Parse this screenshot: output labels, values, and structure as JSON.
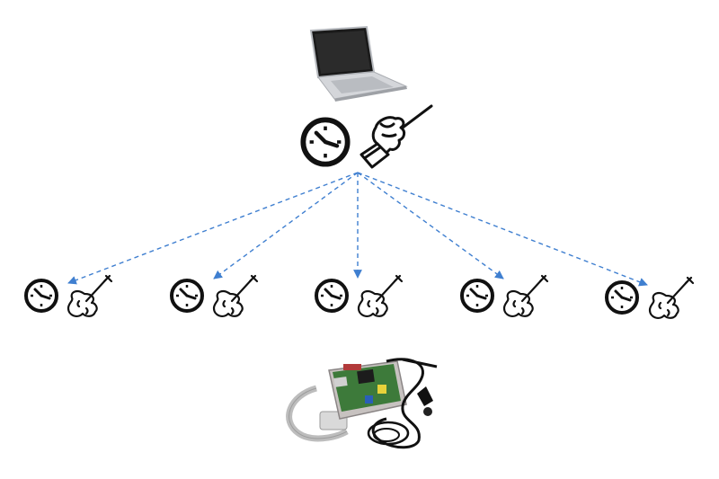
{
  "diagram": {
    "master": {
      "device": "laptop-icon",
      "clock_icon": "clock-icon",
      "role_icon": "conductor-hand-baton-icon"
    },
    "connection": {
      "style": "dashed-arrow",
      "color": "#3f7fd0",
      "count": 5
    },
    "nodes": [
      {
        "clock_icon": "clock-icon",
        "role_icon": "violin-icon"
      },
      {
        "clock_icon": "clock-icon",
        "role_icon": "violin-icon"
      },
      {
        "clock_icon": "clock-icon",
        "role_icon": "violin-icon"
      },
      {
        "clock_icon": "clock-icon",
        "role_icon": "violin-icon"
      },
      {
        "clock_icon": "clock-icon",
        "role_icon": "violin-icon"
      }
    ],
    "hardware": {
      "device": "raspberry-pi-board-photo"
    },
    "colors": {
      "icon_stroke": "#111111",
      "arrow": "#3f7fd0",
      "laptop_body": "#c9cbcf",
      "board_green": "#3d7a3a"
    }
  }
}
